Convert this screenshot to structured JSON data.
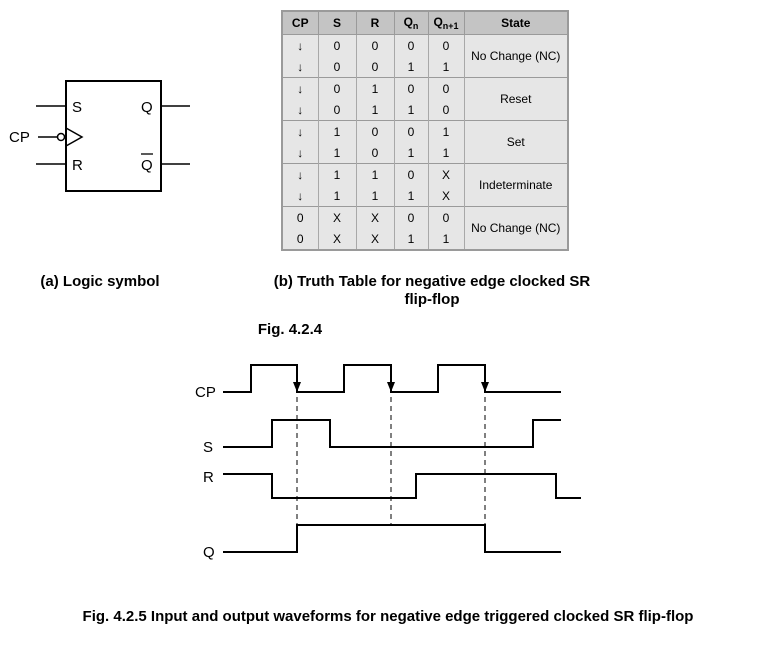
{
  "logic_symbol": {
    "inputs": {
      "s": "S",
      "r": "R",
      "cp": "CP"
    },
    "outputs": {
      "q": "Q",
      "q_bar": "Q"
    },
    "caption": "(a) Logic symbol"
  },
  "truth_table": {
    "headers": {
      "cp": "CP",
      "s": "S",
      "r": "R",
      "qn": "Q",
      "qn_sub": "n",
      "qn1": "Q",
      "qn1_sub": "n+1",
      "state": "State"
    },
    "rows": [
      [
        "↓",
        "0",
        "0",
        "0",
        "0"
      ],
      [
        "↓",
        "0",
        "0",
        "1",
        "1"
      ],
      [
        "↓",
        "0",
        "1",
        "0",
        "0"
      ],
      [
        "↓",
        "0",
        "1",
        "1",
        "0"
      ],
      [
        "↓",
        "1",
        "0",
        "0",
        "1"
      ],
      [
        "↓",
        "1",
        "0",
        "1",
        "1"
      ],
      [
        "↓",
        "1",
        "1",
        "0",
        "X"
      ],
      [
        "↓",
        "1",
        "1",
        "1",
        "X"
      ],
      [
        "0",
        "X",
        "X",
        "0",
        "0"
      ],
      [
        "0",
        "X",
        "X",
        "1",
        "1"
      ]
    ],
    "states": [
      "No Change (NC)",
      "Reset",
      "Set",
      "Indeterminate",
      "No Change (NC)"
    ],
    "caption": "(b) Truth Table for negative edge clocked SR flip-flop"
  },
  "fig_424": "Fig. 4.2.4",
  "waveforms": {
    "labels": {
      "cp": "CP",
      "s": "S",
      "r": "R",
      "q": "Q"
    },
    "caption": "Fig. 4.2.5 Input and output waveforms for negative edge triggered clocked SR flip-flop"
  }
}
